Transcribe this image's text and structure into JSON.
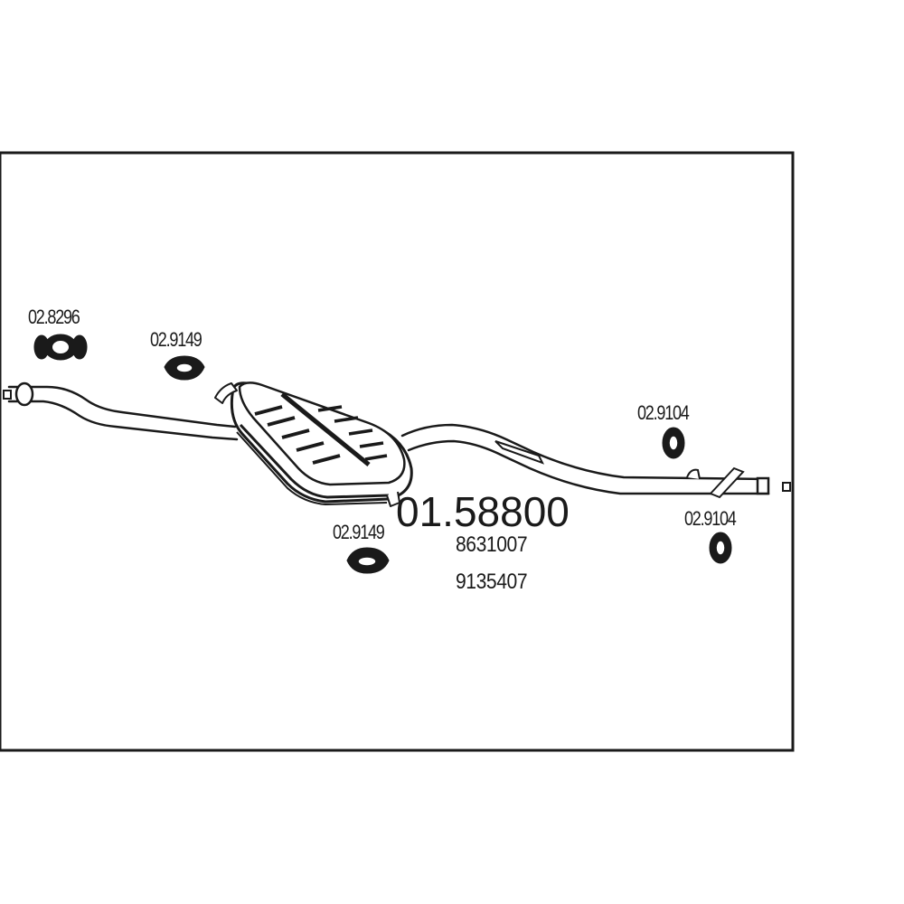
{
  "diagram": {
    "main_part_number": "01.58800",
    "oem_numbers": [
      "8631007",
      "9135407"
    ],
    "accessory_labels": {
      "clamp_front": "02.8296",
      "hanger_front_top": "02.9149",
      "hanger_front_bottom": "02.9149",
      "hanger_rear_top": "02.9104",
      "hanger_rear_bottom": "02.9104"
    },
    "colors": {
      "line": "#1a1a1a",
      "background": "#ffffff",
      "fill": "#ffffff",
      "dark_fill": "#1a1a1a"
    }
  }
}
